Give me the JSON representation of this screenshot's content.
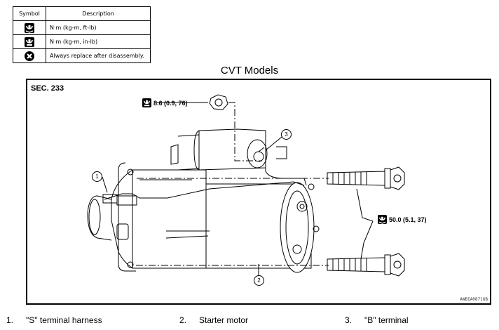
{
  "legend": {
    "header_symbol": "Symbol",
    "header_description": "Description",
    "rows": [
      {
        "icon": "torque-ftlb-icon",
        "description": "N·m (kg-m, ft-lb)"
      },
      {
        "icon": "torque-inlb-icon",
        "description": "N·m (kg-m, in-lb)"
      },
      {
        "icon": "always-replace-icon",
        "description": "Always replace after disassembly."
      }
    ]
  },
  "title": "CVT Models",
  "diagram": {
    "section": "SEC. 233",
    "torque_top": "8.6 (0.9, 76)",
    "torque_right": "50.0 (5.1, 37)",
    "ref_code": "AWBIA0871GB",
    "callouts": [
      "1",
      "2",
      "3"
    ]
  },
  "parts": [
    {
      "num": "1.",
      "label": "\"S\" terminal harness"
    },
    {
      "num": "2.",
      "label": "Starter motor"
    },
    {
      "num": "3.",
      "label": "\"B\" terminal"
    }
  ]
}
